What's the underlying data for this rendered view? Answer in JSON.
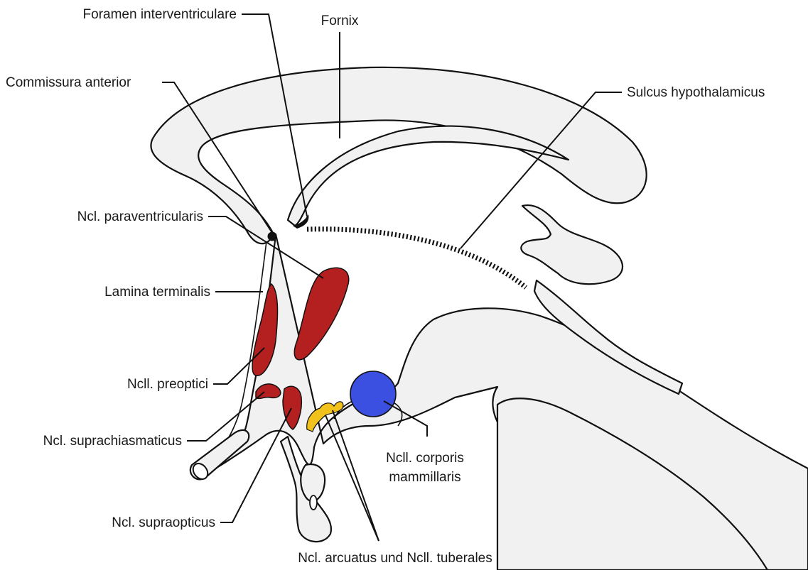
{
  "labels": {
    "foramen": "Foramen interventriculare",
    "fornix": "Fornix",
    "commissura": "Commissura anterior",
    "sulcus": "Sulcus hypothalamicus",
    "paraventricularis": "Ncl. paraventricularis",
    "lamina": "Lamina terminalis",
    "preoptici": "Ncll. preoptici",
    "suprachiasmaticus": "Ncl. suprachiasmaticus",
    "corporis_line1": "Ncll. corporis",
    "corporis_line2": "mammillaris",
    "supraopticus": "Ncl. supraopticus",
    "arcuatus": "Ncl. arcuatus und Ncll. tuberales"
  },
  "colors": {
    "nucleus_red": "#b3201f",
    "nucleus_blue": "#3b4fe0",
    "nucleus_yellow": "#f2c21c",
    "tissue_fill": "#f1f1f1",
    "outline": "#111111"
  }
}
